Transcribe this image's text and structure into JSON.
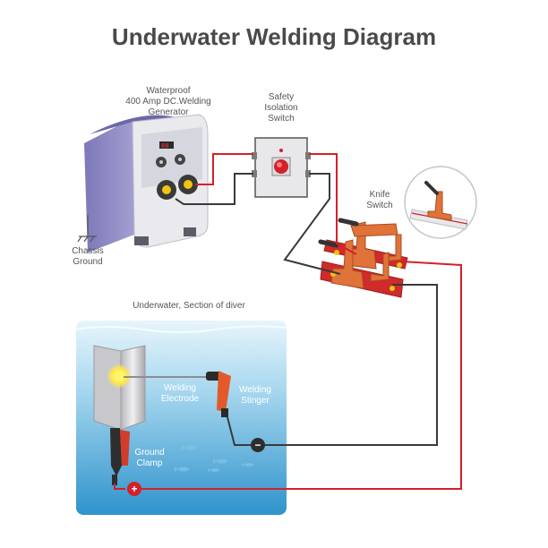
{
  "title": "Underwater Welding Diagram",
  "labels": {
    "generator": [
      "Waterproof",
      "400 Amp DC.Welding",
      "Generator"
    ],
    "safety_switch": [
      "Safety",
      "Isolation",
      "Switch"
    ],
    "knife_switch": [
      "Knife",
      "Switch"
    ],
    "chassis_ground": [
      "Chassis",
      "Ground"
    ],
    "underwater_section": "Underwater, Section of diver",
    "welding_electrode": [
      "Welding",
      "Electrode"
    ],
    "welding_stinger": [
      "Welding",
      "Stinger"
    ],
    "ground_clamp": [
      "Ground",
      "Clamp"
    ]
  },
  "colors": {
    "positive_cable": "#d42028",
    "negative_cable": "#3a3a3a",
    "generator_body": "#8a85c0",
    "generator_front": "#f2f2f5",
    "water_top": "#e6f4fb",
    "water_bottom": "#3aa0d4",
    "switch_copper": "#e0733a",
    "switch_base": "#d02a2a"
  },
  "polarity_symbols": {
    "negative": "−",
    "positive": "+"
  }
}
